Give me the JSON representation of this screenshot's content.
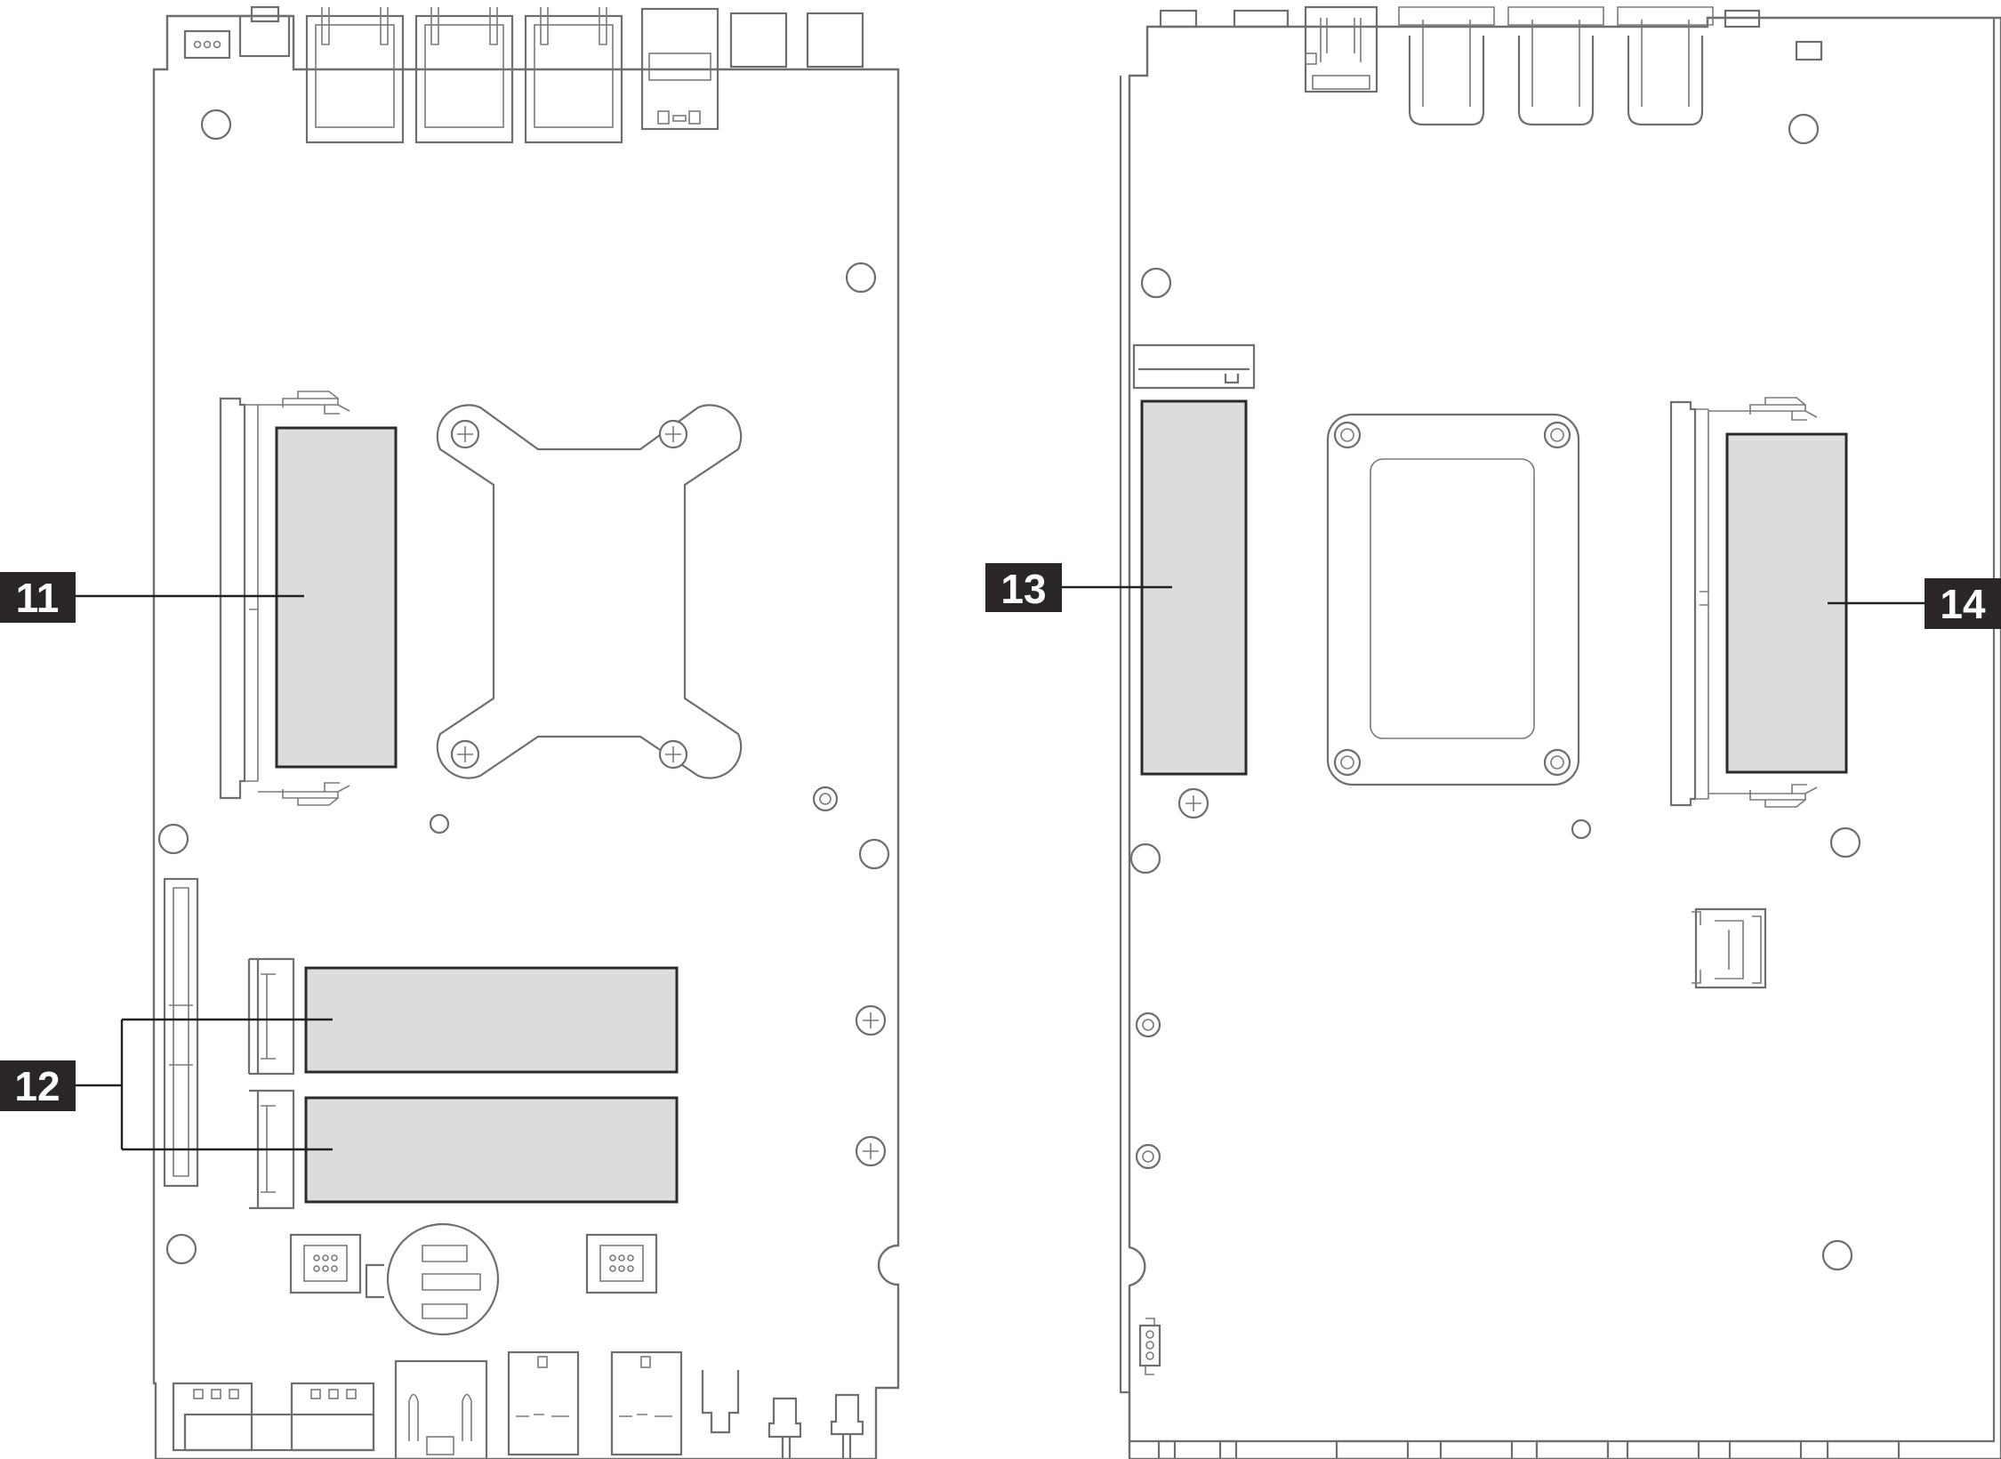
{
  "callouts": {
    "c11": {
      "label": "11"
    },
    "c12": {
      "label": "12"
    },
    "c13": {
      "label": "13"
    },
    "c14": {
      "label": "14"
    }
  },
  "colors": {
    "module_fill": "#dcdcdc",
    "callout_bg": "#2b2626",
    "callout_text": "#ffffff",
    "outline": "#6e6e6e"
  }
}
